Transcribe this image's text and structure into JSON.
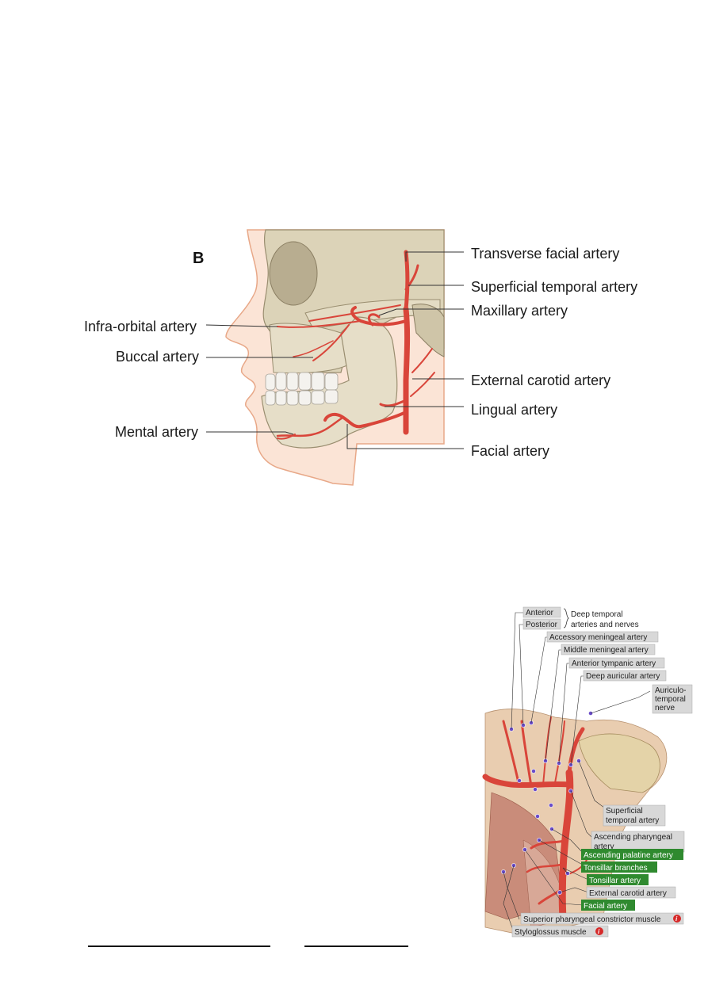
{
  "figure_a": {
    "panel_letter": "B",
    "labels_right": [
      "Transverse facial artery",
      "Superficial temporal artery",
      "Maxillary artery",
      "External carotid artery",
      "Lingual artery",
      "Facial artery"
    ],
    "labels_left": [
      "Infra-orbital artery",
      "Buccal artery",
      "Mental artery"
    ]
  },
  "figure_b": {
    "deep_temporal": {
      "anterior": "Anterior",
      "posterior": "Posterior",
      "group_line1": "Deep temporal",
      "group_line2": "arteries and nerves"
    },
    "grey_labels": [
      "Accessory meningeal artery",
      "Middle meningeal artery",
      "Anterior tympanic artery",
      "Deep auricular artery"
    ],
    "auriculotemporal": [
      "Auriculo-",
      "temporal",
      "nerve"
    ],
    "superficial_temporal": [
      "Superficial",
      "temporal artery"
    ],
    "ascending_pharyngeal": [
      "Ascending pharyngeal",
      "artery"
    ],
    "green_labels": [
      "Ascending palatine artery",
      "Tonsillar branches",
      "Tonsillar artery"
    ],
    "external_carotid": "External carotid artery",
    "facial": "Facial artery",
    "superior_pharyngeal": "Superior pharyngeal constrictor muscle",
    "styloglossus": "Styloglossus muscle",
    "info_symbol": "i"
  },
  "colors": {
    "artery": "#d9453a",
    "bone": "#dcd3b8",
    "skin": "#fbe4d6",
    "green_tag": "#2f8a2f",
    "grey_tag": "#d8d8d8"
  }
}
